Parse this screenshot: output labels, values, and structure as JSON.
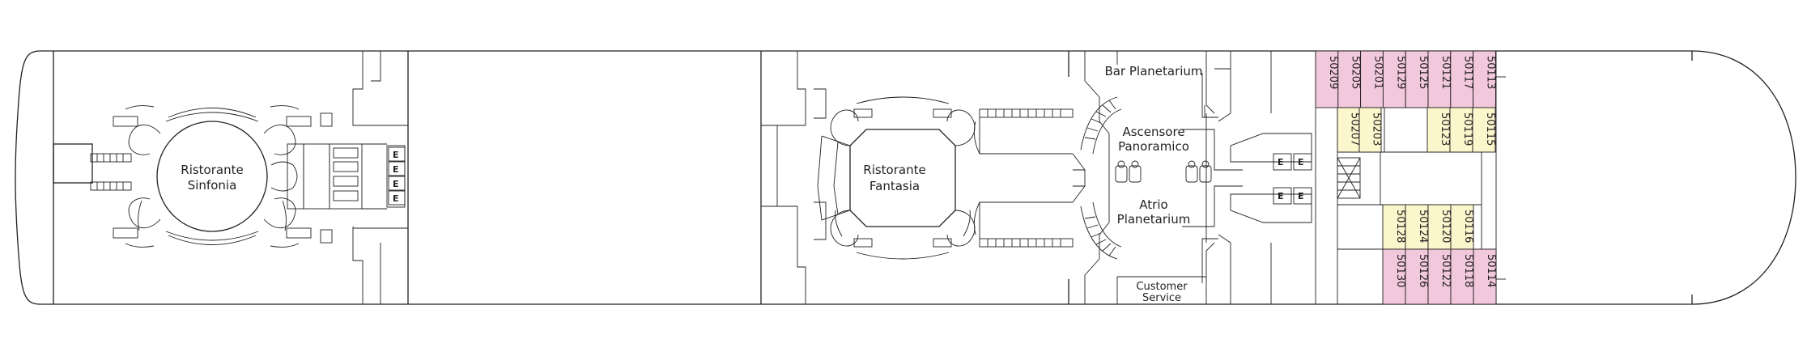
{
  "colors": {
    "line": "#231f20",
    "cabin_pink": "#f2c9dc",
    "cabin_yellow": "#fbf6cc",
    "background": "#ffffff"
  },
  "venues": {
    "ristorante_sinfonia": [
      "Ristorante",
      "Sinfonia"
    ],
    "ristorante_fantasia": [
      "Ristorante",
      "Fantasia"
    ],
    "bar_planetarium": "Bar Planetarium",
    "ascensore_panoramico": [
      "Ascensore",
      "Panoramico"
    ],
    "atrio_planetarium": [
      "Atrio",
      "Planetarium"
    ],
    "customer_service": [
      "Customer",
      "Service"
    ]
  },
  "elevator_symbol": "E",
  "cabins_top_row": [
    {
      "number": "50209",
      "type": "pink"
    },
    {
      "number": "50205",
      "type": "pink"
    },
    {
      "number": "50201",
      "type": "pink"
    },
    {
      "number": "50129",
      "type": "pink"
    },
    {
      "number": "50125",
      "type": "pink"
    },
    {
      "number": "50121",
      "type": "pink"
    },
    {
      "number": "50117",
      "type": "pink"
    },
    {
      "number": "50113",
      "type": "pink"
    }
  ],
  "cabins_upper_inner": [
    {
      "number": "50207",
      "type": "yellow"
    },
    {
      "number": "50203",
      "type": "yellow"
    },
    {
      "number": "50123",
      "type": "yellow"
    },
    {
      "number": "50119",
      "type": "yellow"
    },
    {
      "number": "50115",
      "type": "yellow"
    }
  ],
  "cabins_lower_inner": [
    {
      "number": "50128",
      "type": "yellow"
    },
    {
      "number": "50124",
      "type": "yellow"
    },
    {
      "number": "50120",
      "type": "yellow"
    },
    {
      "number": "50116",
      "type": "yellow"
    }
  ],
  "cabins_bottom_row": [
    {
      "number": "50130",
      "type": "pink"
    },
    {
      "number": "50126",
      "type": "pink"
    },
    {
      "number": "50122",
      "type": "pink"
    },
    {
      "number": "50118",
      "type": "pink"
    },
    {
      "number": "50114",
      "type": "pink"
    }
  ]
}
